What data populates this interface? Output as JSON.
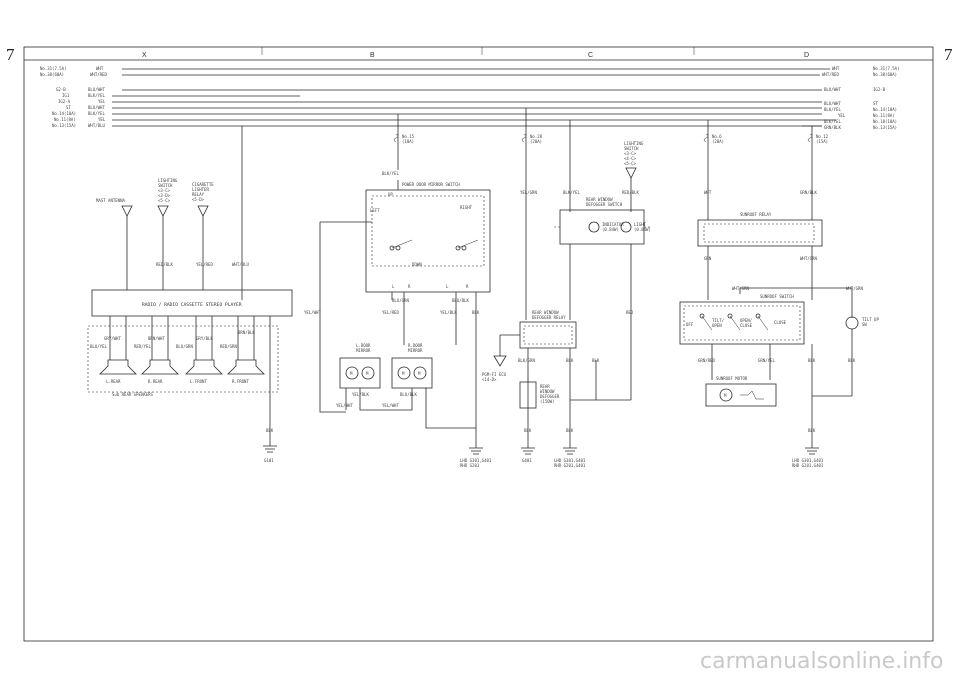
{
  "page": {
    "number": "7",
    "columns": [
      "X",
      "B",
      "C",
      "D"
    ],
    "watermark": "carmanualsonline.info"
  },
  "left_feeds": [
    {
      "src": "No.31(7.5A)",
      "color": "WHT"
    },
    {
      "src": "No.38(60A)",
      "color": "WHT/RED"
    },
    {
      "src": "G2-B",
      "color": "BLU/WHT"
    },
    {
      "src": "IG1",
      "color": "BLK/YEL"
    },
    {
      "src": "IG2-A",
      "color": "YEL"
    },
    {
      "src": "ST",
      "color": "BLU/WHT"
    },
    {
      "src": "No.14(10A)",
      "color": "BLK/YEL"
    },
    {
      "src": "No.11(8A)",
      "color": "YEL"
    },
    {
      "src": "No.13(15A)",
      "color": "WHT/BLU"
    }
  ],
  "right_feeds": [
    {
      "color": "WHT",
      "dst": "No.31(7.5A)"
    },
    {
      "color": "WHT/RED",
      "dst": "No.38(60A)"
    },
    {
      "color": "BLU/WHT",
      "dst": "IG2-B"
    },
    {
      "color": "BLU/WHT",
      "dst": "ST"
    },
    {
      "color": "BLK/YEL",
      "dst": "No.14(10A)"
    },
    {
      "color": "YEL",
      "dst": "No.11(8A)"
    },
    {
      "color": "BLK/YEL",
      "dst": "No.18(10A)"
    },
    {
      "color": "GRN/BLK",
      "dst": "No.13(15A)"
    }
  ],
  "fuses": {
    "f15": [
      "No.15",
      "(10A)"
    ],
    "f28": [
      "No.28",
      "(20A)"
    ],
    "f6": [
      "No.6",
      "(20A)"
    ],
    "f12": [
      "No.12",
      "(15A)"
    ]
  },
  "radio": {
    "mast_antenna": "MAST ANTENNA",
    "lighting_switch": [
      "LIGHTING",
      "SWITCH",
      "<3-C>",
      "<3-D>",
      "<5-C>"
    ],
    "cigarette": [
      "CIGARETTE",
      "LIGHTER",
      "RELAY",
      "<5-D>"
    ],
    "wire_red_blk": "RED/BLK",
    "wire_yel_red": "YEL/RED",
    "wire_wht_blu": "WHT/BLU",
    "unit": "RADIO / RADIO CASSETTE STEREO PLAYER",
    "spk_wires": [
      "GRY/WHT",
      "BRN/WHT",
      "GRY/BLK",
      "BRN/BLK",
      "BLU/YEL",
      "RED/YEL",
      "BLU/GRN",
      "RED/GRN"
    ],
    "speakers": [
      "L.REAR",
      "R.REAR",
      "L.FRONT",
      "R.FRONT"
    ],
    "sub_speakers": "Sub REAR SPEAKERS",
    "ground_wire": "BLK",
    "ground": "G101"
  },
  "mirror": {
    "feed_wire": "BLK/YEL",
    "switch": "POWER DOOR MIRROR SWITCH",
    "up": "UP",
    "left": "LEFT",
    "right": "RIGHT",
    "down": "DOWN",
    "l": "L",
    "r": "R",
    "wire_yel_wht": "YEL/WHT",
    "wire_blu_grn": "BLU/GRN",
    "wire_blu_blk": "BLU/BLK",
    "wire_yel_red": "YEL/RED",
    "wire_yel_blk": "YEL/BLK",
    "wire_blk": "BLK",
    "l_mirror": [
      "L.DOOR",
      "MIRROR"
    ],
    "r_mirror": [
      "R.DOOR",
      "MIRROR"
    ],
    "m": "M",
    "wire_yel_blk2": "YEL/BLK",
    "wire_blu_blk2": "BLU/BLK",
    "wire_yel_wht2": "YEL/WHT",
    "ground": [
      "LHD G301,G401",
      "RHD G201"
    ]
  },
  "defogger": {
    "wire_yel_grn": "YEL/GRN",
    "wire_blk_yel": "BLK/YEL",
    "wire_red_blk": "RED/BLK",
    "lighting_switch": [
      "LIGHTING",
      "SWITCH",
      "<3-C>",
      "<4-C>",
      "<5-C>"
    ],
    "switch": [
      "REAR WINDOW",
      "DEFOGGER SWITCH"
    ],
    "indicator": [
      "INDICATOR",
      "(0.84W)"
    ],
    "light": [
      "LIGHT",
      "(0.84W)"
    ],
    "relay": [
      "REAR WINDOW",
      "DEFOGGER RELAY"
    ],
    "wire_red": "RED",
    "ecu": [
      "PGM-FI ECU",
      "<14-D>"
    ],
    "wire_blk_grn": "BLK/GRN",
    "wire_blk": "BLK",
    "heater": [
      "REAR",
      "WINDOW",
      "DEFOGGER",
      "(150W)"
    ],
    "g401": "G401",
    "ground": [
      "LHD G301,G401",
      "RHD G201,G401"
    ]
  },
  "sunroof": {
    "wire_wht": "WHT",
    "wire_grn_blk": "GRN/BLK",
    "relay": "SUNROOF RELAY",
    "wire_grn": "GRN",
    "wire_wht_grn": "WHT/GRN",
    "switch": "SUNROOF SWITCH",
    "off": "OFF",
    "tilt_open": [
      "TILT/",
      "OPEN"
    ],
    "open_close": [
      "OPEN/",
      "CLOSE"
    ],
    "close": "CLOSE",
    "tilt_up": [
      "TILT UP",
      "SW"
    ],
    "wire_grn_red": "GRN/RED",
    "wire_grn_yel": "GRN/YEL",
    "wire_blk": "BLK",
    "motor": "SUNROOF MOTOR",
    "m": "M",
    "ground": [
      "LHD G301,G401",
      "RHD G201,G401"
    ]
  }
}
